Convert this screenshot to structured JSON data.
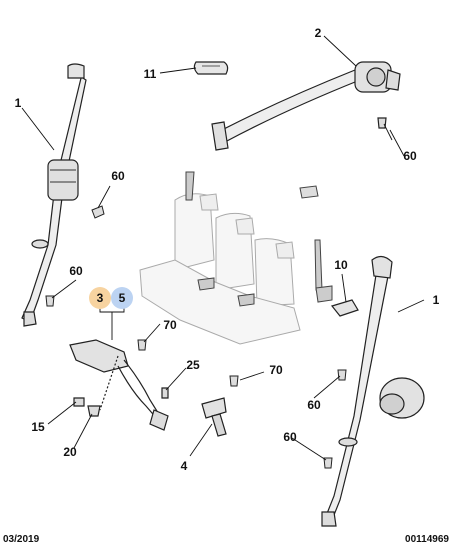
{
  "callouts": {
    "c1_left": "1",
    "c1_right": "1",
    "c2": "2",
    "c3": "3",
    "c4": "4",
    "c5": "5",
    "c10": "10",
    "c11": "11",
    "c15": "15",
    "c20": "20",
    "c25": "25",
    "c60_a": "60",
    "c60_b": "60",
    "c60_c": "60",
    "c60_d": "60",
    "c60_e": "60",
    "c70_a": "70",
    "c70_b": "70"
  },
  "badges": {
    "b3_color": "#f7d3a0",
    "b5_color": "#bcd3f2"
  },
  "footer": {
    "date": "03/2019",
    "ref": "00114969"
  }
}
